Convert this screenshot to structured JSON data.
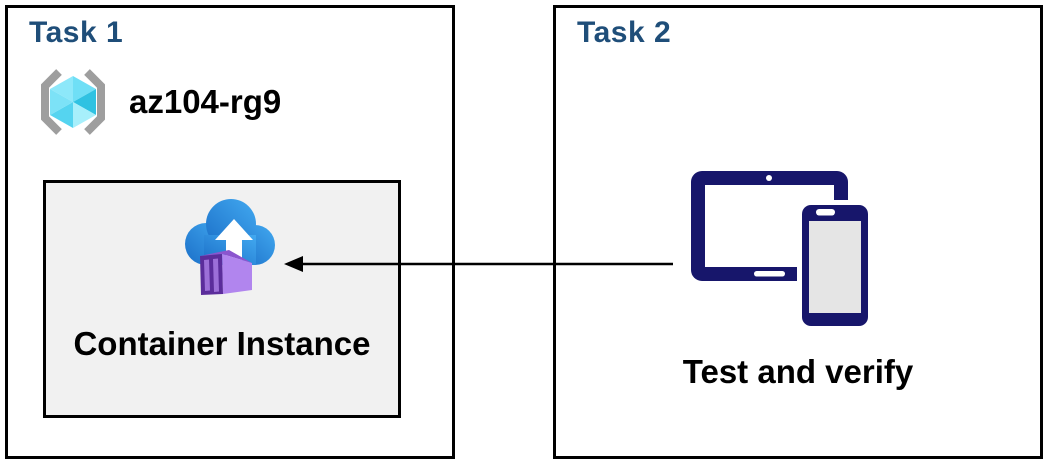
{
  "task1": {
    "title": "Task 1",
    "resource_group": {
      "name": "az104-rg9",
      "icon": "resource-group-icon"
    },
    "container_instance": {
      "label": "Container Instance",
      "icon": "container-instance-icon"
    }
  },
  "task2": {
    "title": "Task 2",
    "devices": {
      "label": "Test and verify",
      "icon": "tablet-and-phone-icon"
    }
  },
  "arrow": {
    "from": "devices",
    "to": "container-instance",
    "direction": "right-to-left"
  },
  "colors": {
    "task_title_blue": "#1F4E79",
    "box_border_black": "#000000",
    "container_box_fill": "#F1F1F1",
    "device_navy": "#17166B",
    "phone_screen_gray": "#E5E5E5",
    "cloud_blue_dark": "#1B6FC8",
    "cloud_blue_light": "#42A9F0",
    "container_purple_dark": "#5B2D9B",
    "container_purple_panel": "#9C6FD8",
    "container_purple_top": "#8B55CE",
    "container_purple_side": "#B185EE",
    "cube_cyan_dark": "#2FC2E2",
    "cube_cyan_light": "#8DE8FA",
    "bracket_gray": "#9E9E9E"
  }
}
